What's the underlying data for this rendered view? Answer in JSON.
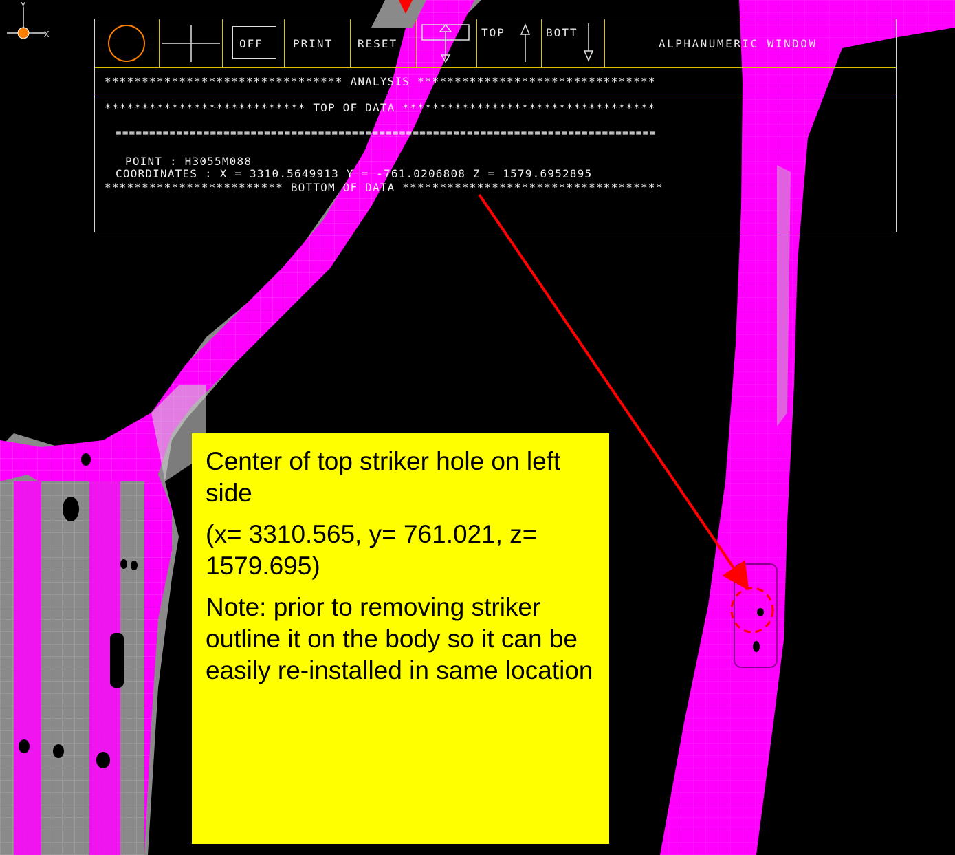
{
  "toolbar": {
    "off_label": "OFF",
    "print_label": "PRINT",
    "reset_label": "RESET",
    "top_label": "TOP",
    "bott_label": "BOTT",
    "window_title": "ALPHANUMERIC WINDOW"
  },
  "report": {
    "analysis_line": "******************************** ANALYSIS ********************************",
    "top_of_data_line": "*************************** TOP OF DATA **********************************",
    "separator_line": "================================================================================",
    "point_line": "POINT    : H3055M088",
    "coordinates_line": "COORDINATES                : X = 3310.5649913 Y = -761.0206808 Z = 1579.6952895",
    "bottom_of_data_line": "************************ BOTTOM OF DATA ***********************************"
  },
  "axis": {
    "y_label": "Y",
    "x_label": "X"
  },
  "callout": {
    "title": "Center of top striker hole on left side",
    "coordinates": "(x= 3310.565, y= 761.021, z=  1579.695)",
    "note": "Note: prior to removing striker outline it on the body so it can be easily re-installed in same location"
  },
  "colors": {
    "mesh_magenta": "#ff00ff",
    "gray_surface": "#808080",
    "toolbar_gold": "#d7c100",
    "arrow_red": "#ff0000",
    "callout_yellow": "#ffff00"
  }
}
